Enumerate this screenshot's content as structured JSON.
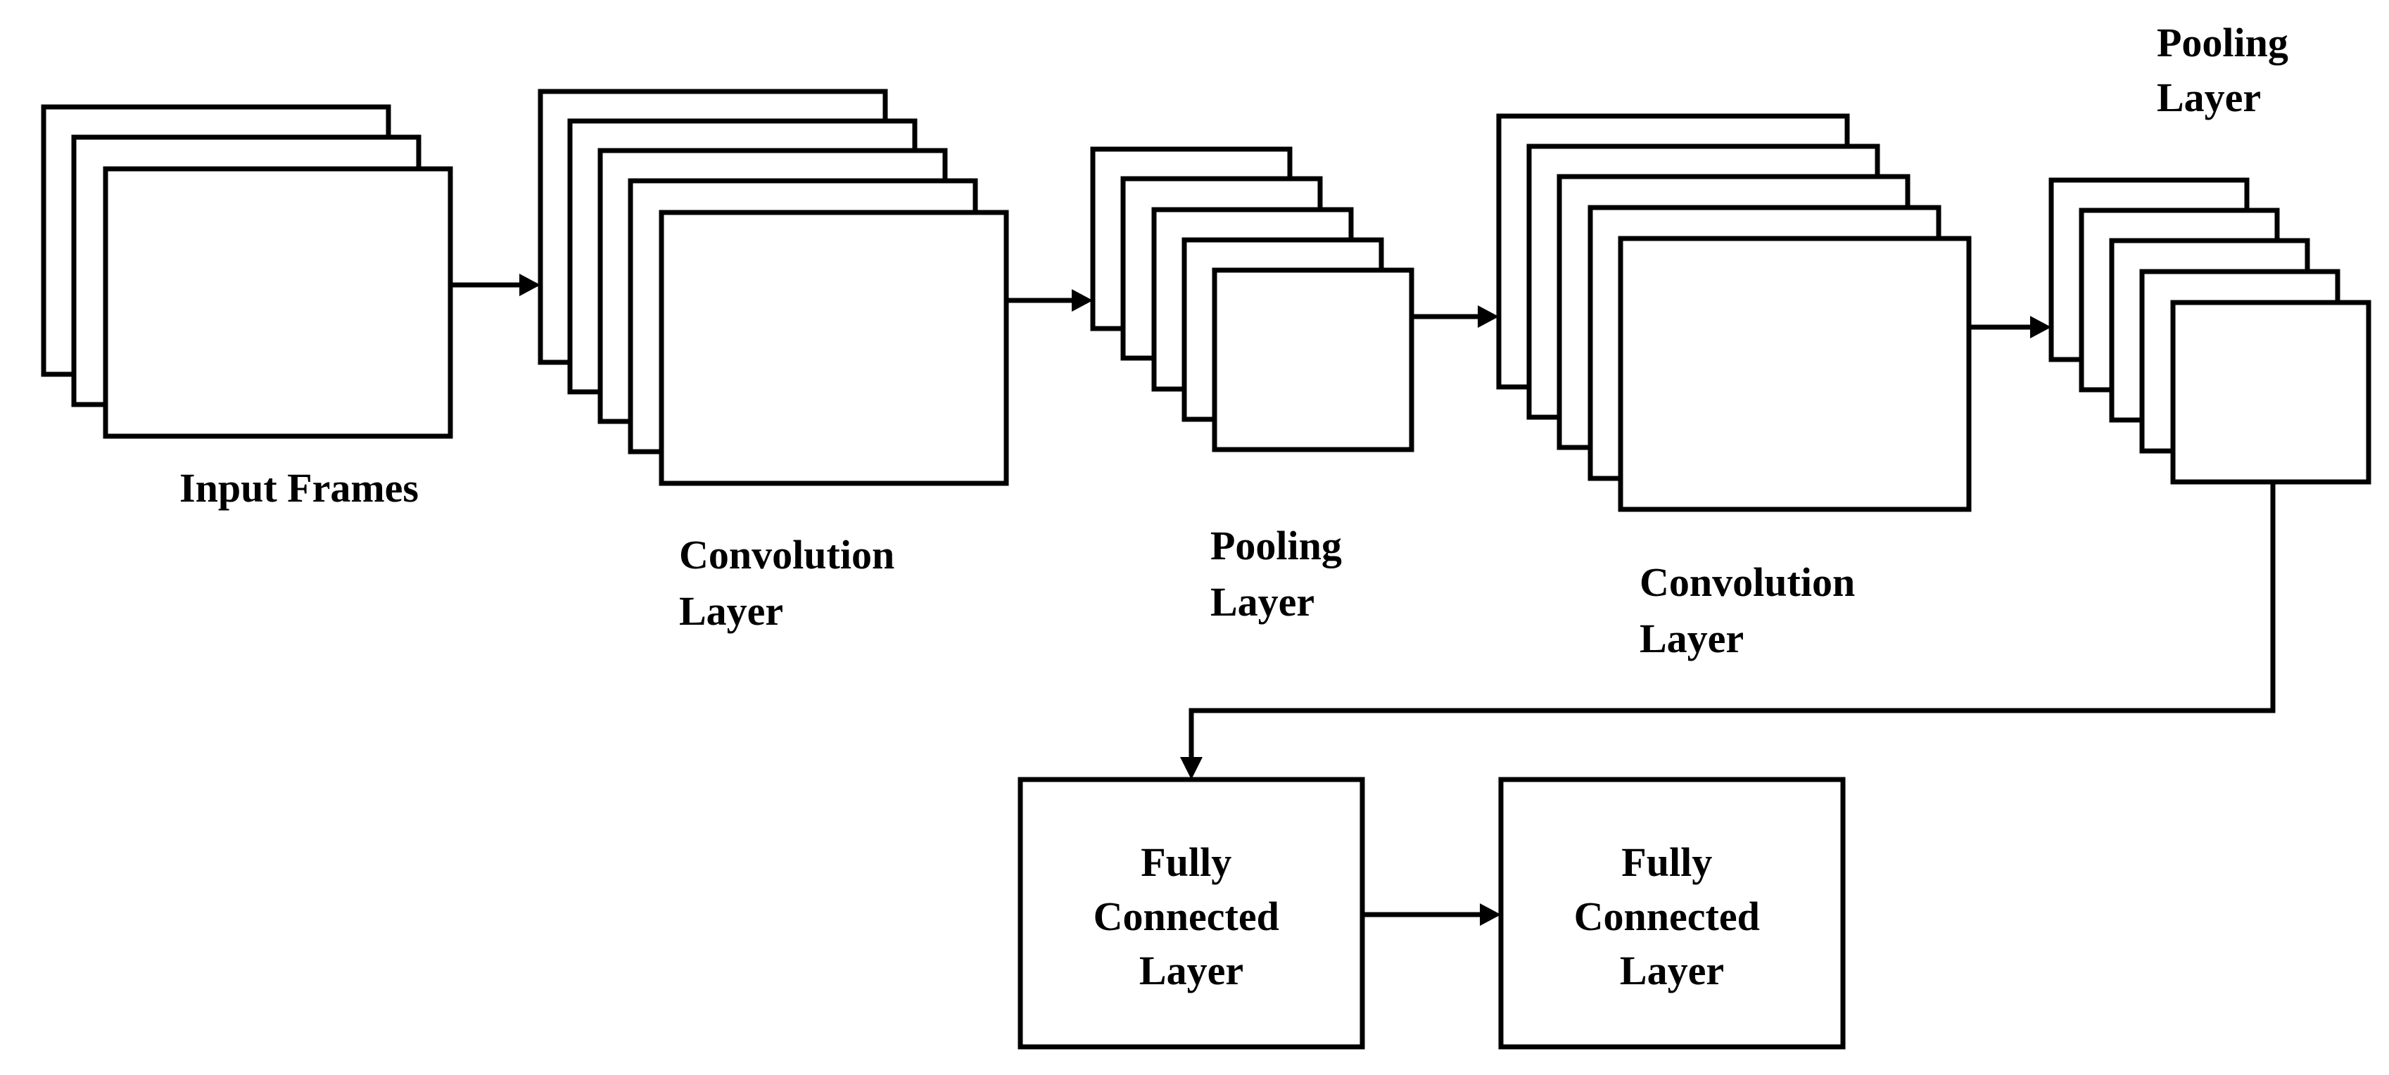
{
  "stages": [
    {
      "id": "input-frames",
      "lines": [
        "Input Frames"
      ]
    },
    {
      "id": "convolution-layer-1",
      "lines": [
        "Convolution",
        "Layer"
      ]
    },
    {
      "id": "pooling-layer-1",
      "lines": [
        "Pooling",
        "Layer"
      ]
    },
    {
      "id": "convolution-layer-2",
      "lines": [
        "Convolution",
        "Layer"
      ]
    },
    {
      "id": "pooling-layer-2",
      "lines": [
        "Pooling",
        "Layer"
      ]
    },
    {
      "id": "fully-connected-layer-1",
      "lines": [
        "Fully",
        "Connected",
        "Layer"
      ]
    },
    {
      "id": "fully-connected-layer-2",
      "lines": [
        "Fully",
        "Connected",
        "Layer"
      ]
    }
  ],
  "connections": [
    {
      "from": "input-frames",
      "to": "convolution-layer-1"
    },
    {
      "from": "convolution-layer-1",
      "to": "pooling-layer-1"
    },
    {
      "from": "pooling-layer-1",
      "to": "convolution-layer-2"
    },
    {
      "from": "convolution-layer-2",
      "to": "pooling-layer-2"
    },
    {
      "from": "pooling-layer-2",
      "to": "fully-connected-layer-1"
    },
    {
      "from": "fully-connected-layer-1",
      "to": "fully-connected-layer-2"
    }
  ],
  "colors": {
    "line": "#000000",
    "fill": "#ffffff",
    "background": "#ffffff"
  }
}
